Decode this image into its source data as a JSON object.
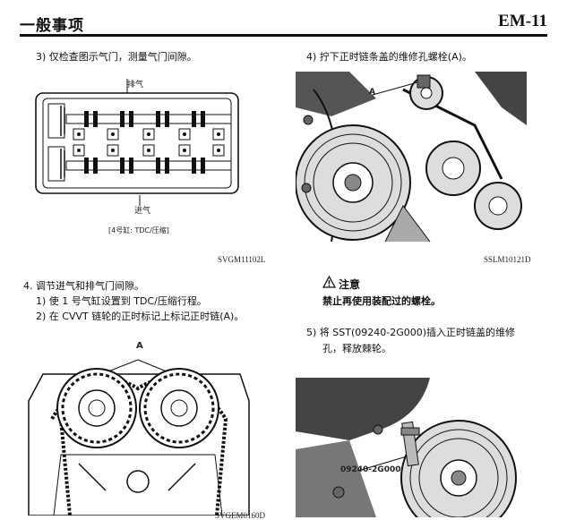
{
  "header": {
    "title": "一般事项",
    "page": "EM-11"
  },
  "left": {
    "step3": "3)   仅检查图示气门，测量气门间隙。",
    "fig1": {
      "label_exhaust": "排气",
      "label_intake": "进气",
      "caption": "[4号缸: TDC/压缩]",
      "code": "SVGM11102L"
    },
    "step4": "4.   调节进气和排气门间隙。",
    "step4_1": "1)   使 1 号气缸设置到 TDC/压缩行程。",
    "step4_2": "2)   在 CVVT 链轮的正时标记上标记正时链(A)。",
    "fig2": {
      "label_a": "A",
      "code": "SVGEM0160D"
    }
  },
  "right": {
    "step4": "4)   拧下正时链条盖的维修孔螺栓(A)。",
    "fig3": {
      "label_a": "A",
      "code": "SSLM10121D"
    },
    "caution": {
      "title": "注意",
      "body": "禁止再使用装配过的螺栓。"
    },
    "step5_line1": "5)   将  SST(09240-2G000)插入正时链盖的维修",
    "step5_line2": "孔，释放棘轮。",
    "fig4": {
      "label_tool": "09240-2G000"
    }
  }
}
